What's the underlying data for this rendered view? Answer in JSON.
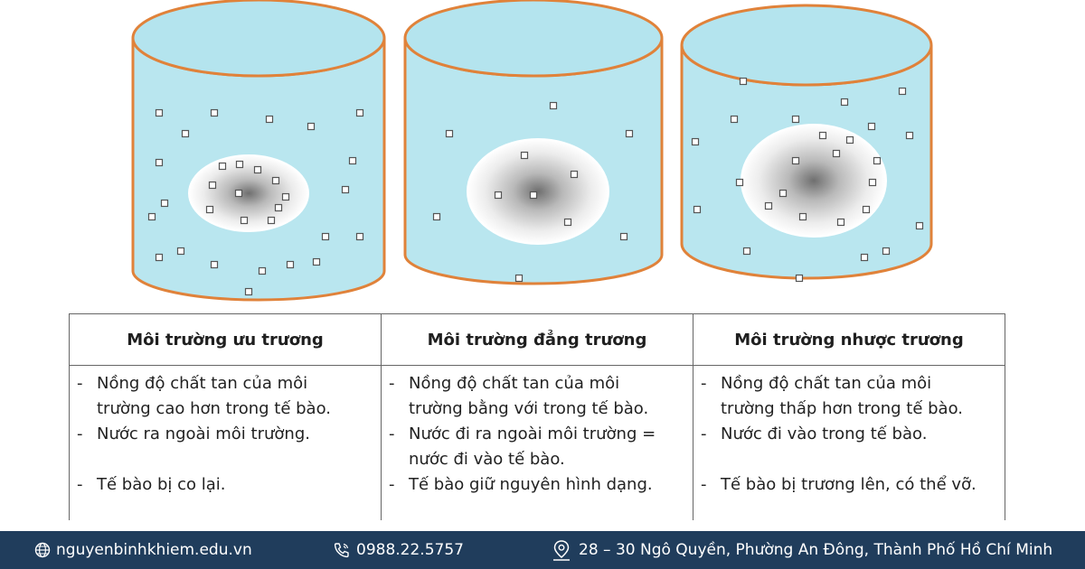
{
  "colors": {
    "water": "#b9e6ef",
    "water_top": "#b4e4ee",
    "outline": "#e0823a",
    "cell_edge": "#ffffff",
    "footer_bg": "#203d5c"
  },
  "table": {
    "headers": [
      "Môi trường ưu trương",
      "Môi trường đẳng trương",
      "Môi trường nhược trương"
    ],
    "columns": [
      [
        {
          "type": "item",
          "text": "Nồng độ chất tan của môi"
        },
        {
          "type": "cont",
          "text": "trường cao hơn trong tế bào."
        },
        {
          "type": "item",
          "text": "Nước ra ngoài môi trường."
        },
        {
          "type": "gap",
          "text": ""
        },
        {
          "type": "item",
          "text": "Tế bào bị co lại."
        }
      ],
      [
        {
          "type": "item",
          "text": "Nồng độ chất tan của môi"
        },
        {
          "type": "cont",
          "text": "trường bằng với trong tế bào."
        },
        {
          "type": "item",
          "text": "Nước đi ra ngoài môi trường ="
        },
        {
          "type": "cont",
          "text": "nước đi vào tế bào."
        },
        {
          "type": "item",
          "text": "Tế bào giữ nguyên hình dạng."
        }
      ],
      [
        {
          "type": "item",
          "text": "Nồng độ chất tan của môi"
        },
        {
          "type": "cont",
          "text": "trường thấp hơn trong tế bào."
        },
        {
          "type": "item",
          "text": "Nước đi vào trong tế bào."
        },
        {
          "type": "gap",
          "text": ""
        },
        {
          "type": "item",
          "text": "Tế bào bị trương lên, có thể vỡ."
        }
      ]
    ]
  },
  "footer": {
    "website": "nguyenbinhkhiem.edu.vn",
    "phone": "0988.22.5757",
    "address": "28 – 30 Ngô Quyền, Phường An Đông, Thành Phố Hồ Chí Minh",
    "icons": [
      "globe-icon",
      "phone-icon",
      "location-pin-icon"
    ]
  },
  "dash_char": "-"
}
